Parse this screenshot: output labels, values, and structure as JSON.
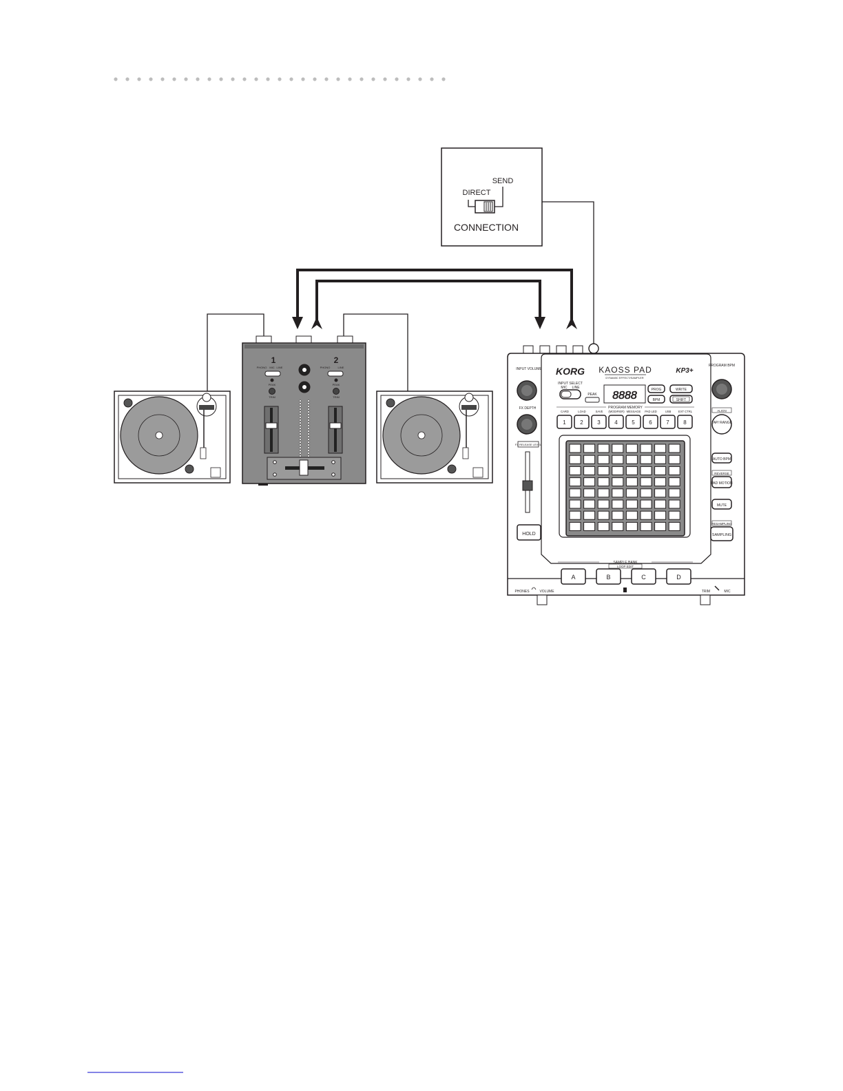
{
  "header": {
    "dot_count": 29
  },
  "connection_box": {
    "direct_label": "DIRECT",
    "send_label": "SEND",
    "title": "CONNECTION"
  },
  "mixer": {
    "channel1_label": "1",
    "channel2_label": "2",
    "ch_phono_label": "PHONO",
    "ch_mic_label": "MIC",
    "ch_line_label": "LINE",
    "peak_label": "PEAK",
    "trim_label": "TRIM"
  },
  "kaoss_pad": {
    "brand": "KORG",
    "product_name": "KAOSS PAD",
    "product_sub": "DYNAMIC EFFECT/SAMPLER",
    "model": "KP3+",
    "input_volume": "INPUT VOLUME",
    "fx_depth": "FX DEPTH",
    "fx_release_level": "FX RELEASE LEVEL",
    "hold": "HOLD",
    "input_select": "INPUT SELECT",
    "mic": "MIC",
    "line": "LINE",
    "peak": "PEAK",
    "display": "8888",
    "prog": "PROG",
    "bpm": "BPM",
    "write": "WRITE",
    "shift": "SHIFT",
    "program_memory": "PROGRAM MEMORY",
    "memory_functions": [
      "CARD",
      "LOAD",
      "SAVE",
      "(MODIFIER)",
      "MESSAGE",
      "PAD LED",
      "USB",
      "EXT CTRL"
    ],
    "memory_numbers": [
      "1",
      "2",
      "3",
      "4",
      "5",
      "6",
      "7",
      "8"
    ],
    "program_bpm": "PROGRAM BPM",
    "align": "ALIGN",
    "tap_range": "TAP/ RANGE",
    "auto_bpm": "AUTO BPM",
    "reverse": "REVERSE",
    "pad_motion": "PAD MOTION",
    "mute": "MUTE",
    "resampling": "RESAMPLING",
    "sampling": "SAMPLING",
    "sample_bank": "SAMPLE BANK",
    "loop_edit": "LOOP EDIT",
    "banks": [
      "A",
      "B",
      "C",
      "D"
    ],
    "phones_volume": "PHONES",
    "volume": "VOLUME",
    "trim": "TRIM",
    "mic_bottom": "MIC",
    "pad_grid": {
      "rows": 8,
      "cols": 8
    }
  },
  "colors": {
    "ink": "#231f20",
    "mixer_body": "#8a8a8a",
    "platter": "#9b9b9b",
    "dots": "#bdbdbd"
  },
  "footer": {
    "rule_color": "#3b3bd6"
  }
}
